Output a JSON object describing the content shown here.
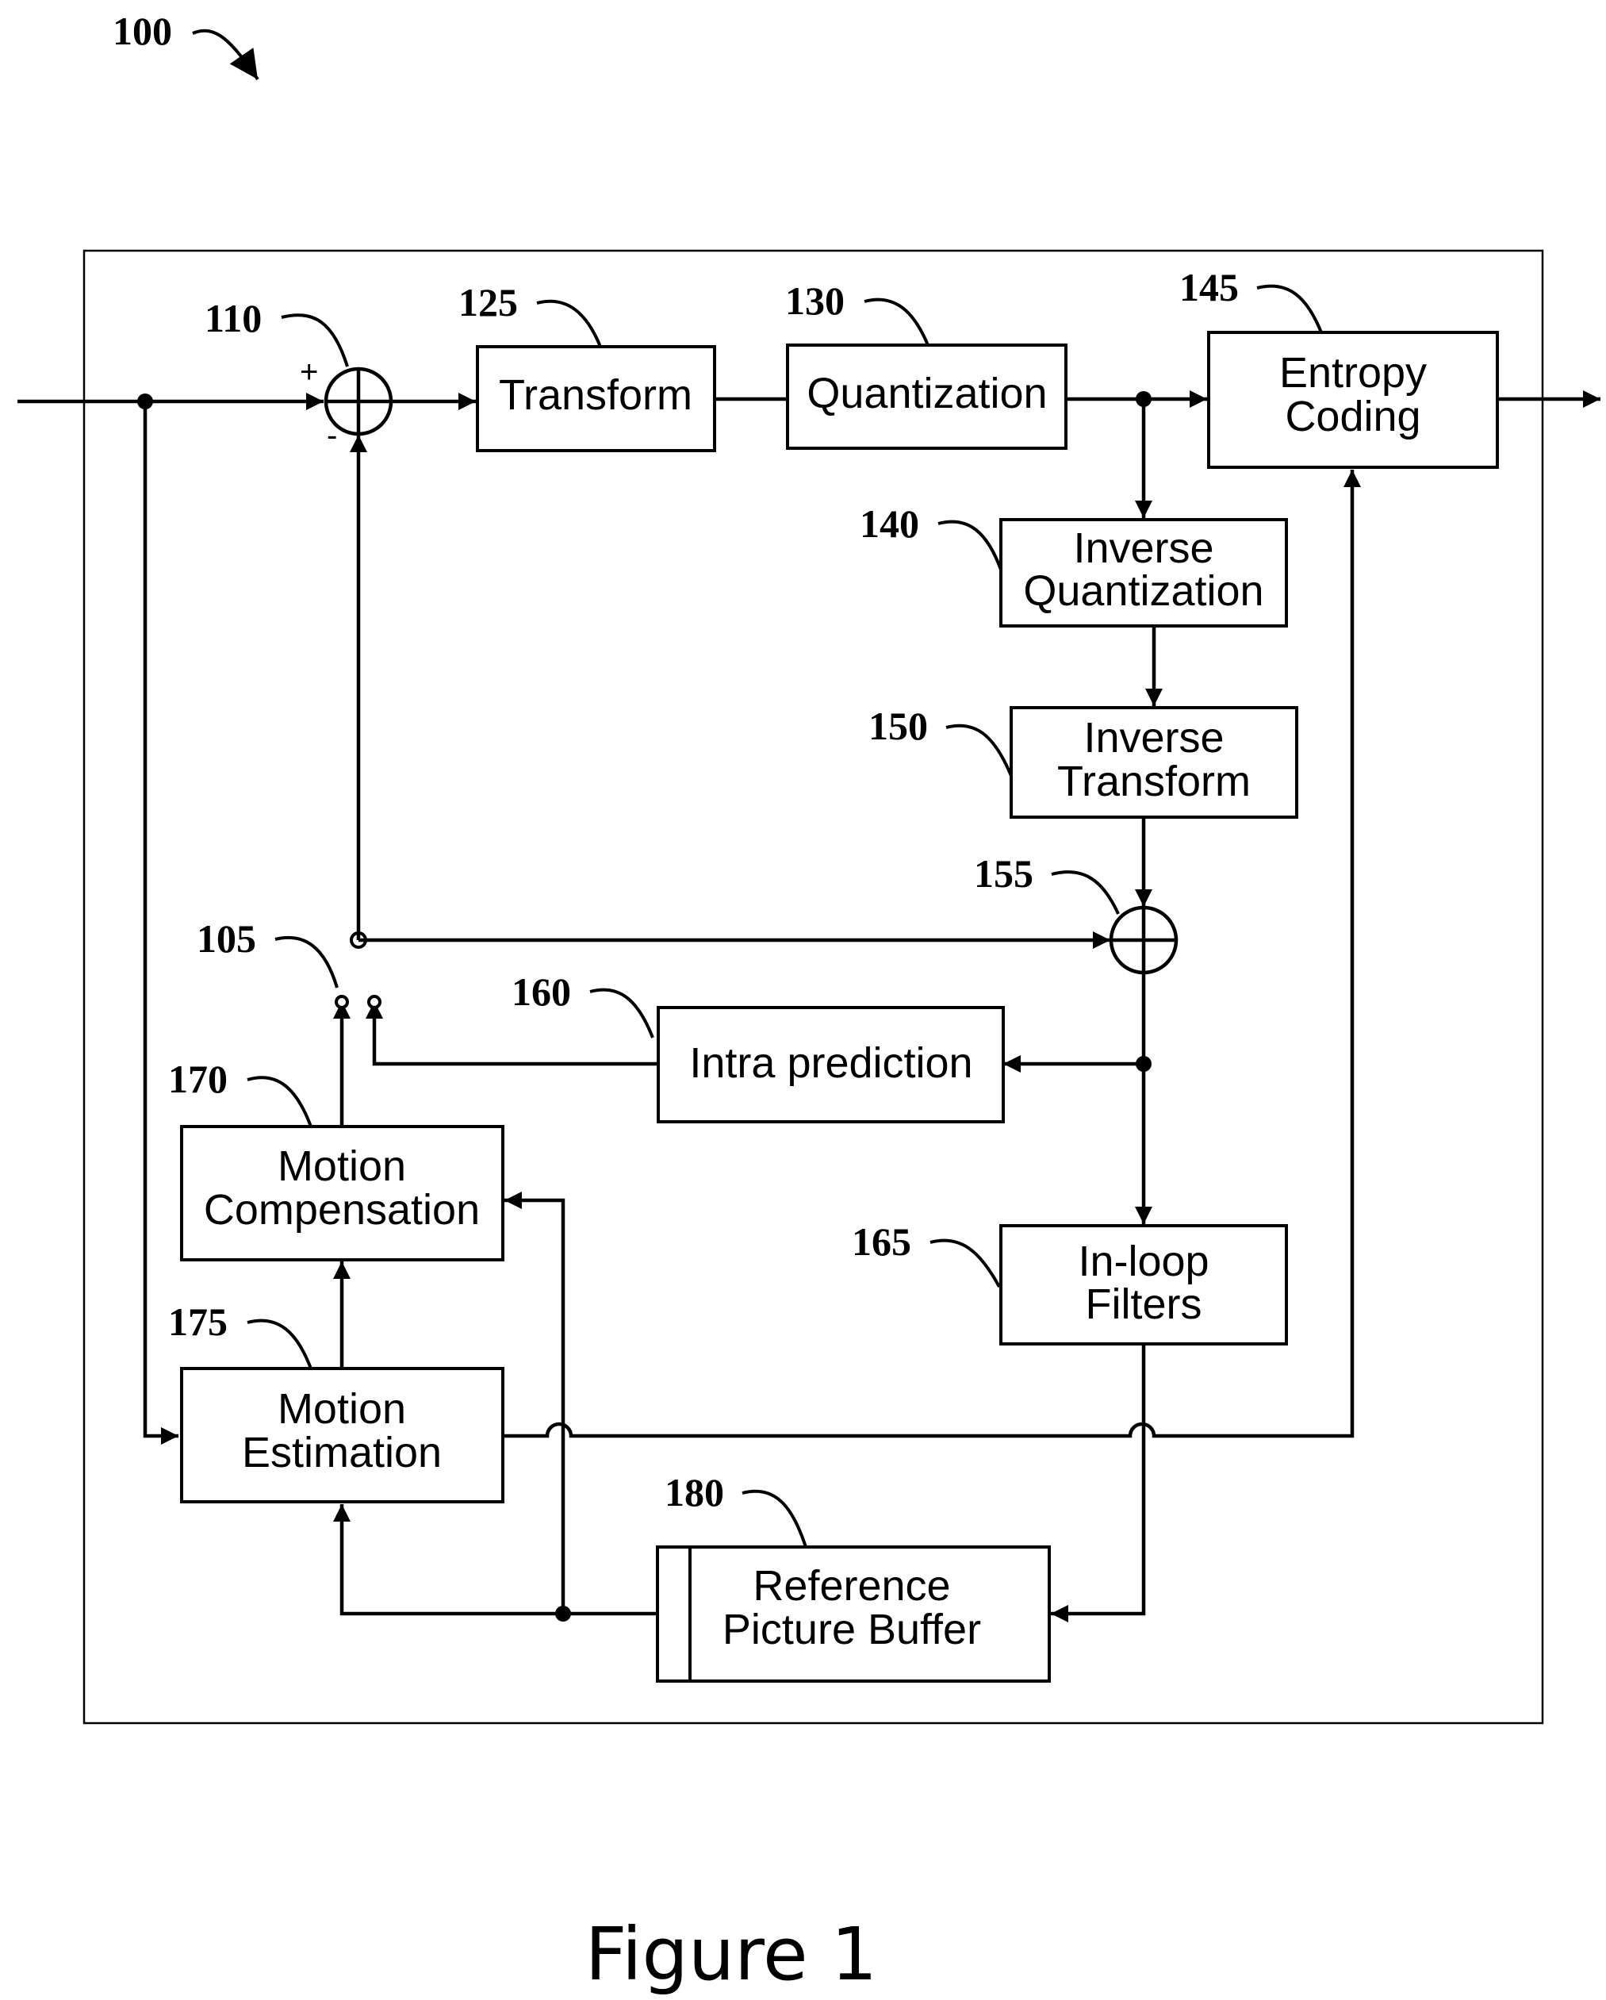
{
  "figure": {
    "ref": "100",
    "caption": "Figure 1"
  },
  "adder_110": {
    "ref": "110",
    "plus": "+",
    "minus": "-"
  },
  "adder_155": {
    "ref": "155"
  },
  "switch_105": {
    "ref": "105"
  },
  "blocks": {
    "transform": {
      "ref": "125",
      "line1": "Transform"
    },
    "quantization": {
      "ref": "130",
      "line1": "Quantization"
    },
    "entropy": {
      "ref": "145",
      "line1": "Entropy",
      "line2": "Coding"
    },
    "inv_quant": {
      "ref": "140",
      "line1": "Inverse",
      "line2": "Quantization"
    },
    "inv_transform": {
      "ref": "150",
      "line1": "Inverse",
      "line2": "Transform"
    },
    "intra": {
      "ref": "160",
      "line1": "Intra prediction"
    },
    "motion_comp": {
      "ref": "170",
      "line1": "Motion",
      "line2": "Compensation"
    },
    "inloop": {
      "ref": "165",
      "line1": "In-loop",
      "line2": "Filters"
    },
    "motion_est": {
      "ref": "175",
      "line1": "Motion",
      "line2": "Estimation"
    },
    "ref_buffer": {
      "ref": "180",
      "line1": "Reference",
      "line2": "Picture Buffer"
    }
  }
}
